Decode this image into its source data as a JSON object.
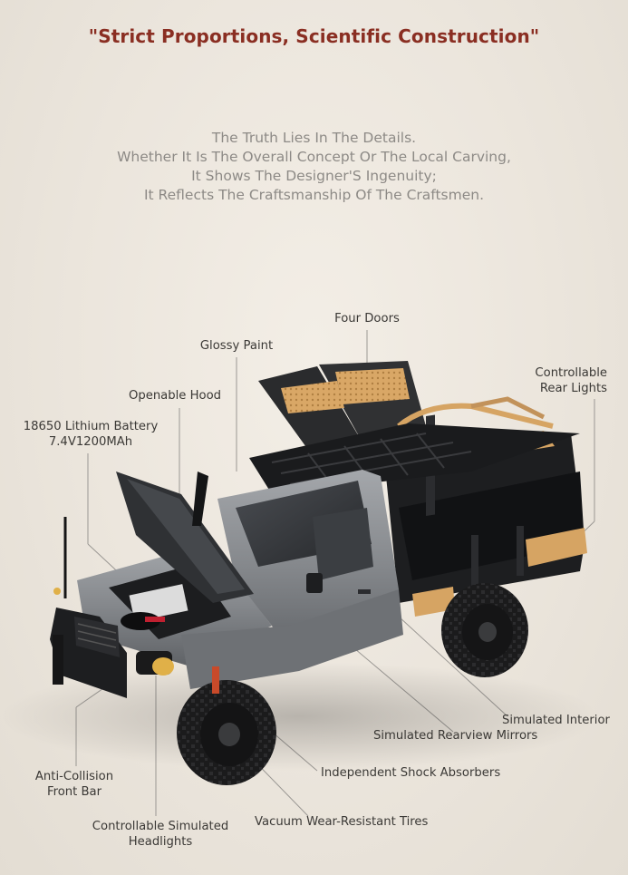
{
  "headline": "\"Strict Proportions, Scientific Construction\"",
  "intro": [
    "The Truth Lies In The Details.",
    "Whether It Is The Overall Concept Or The Local Carving,",
    "It Shows The Designer'S Ingenuity;",
    "It Reflects The Craftsmanship Of The Craftsmen."
  ],
  "features": {
    "four_doors": "Four Doors",
    "glossy_paint": "Glossy Paint",
    "openable_hood": "Openable Hood",
    "battery_line1": "18650 Lithium Battery",
    "battery_line2": "7.4V1200MAh",
    "rear_lights_line1": "Controllable",
    "rear_lights_line2": "Rear Lights",
    "simulated_interior": "Simulated Interior",
    "rearview_mirrors": "Simulated Rearview Mirrors",
    "shock_absorbers": "Independent Shock Absorbers",
    "front_bar_line1": "Anti-Collision",
    "front_bar_line2": "Front Bar",
    "tires": "Vacuum Wear-Resistant Tires",
    "headlights_line1": "Controllable Simulated",
    "headlights_line2": "Headlights"
  },
  "product_image": "rc-pickup-truck",
  "colors": {
    "headline": "#8a2e22",
    "body_text": "#8d8a86",
    "label_text": "#3b3936",
    "truck_body": "#8c8f93",
    "accent_tan": "#d6a463",
    "rack": "#1e1f21"
  }
}
